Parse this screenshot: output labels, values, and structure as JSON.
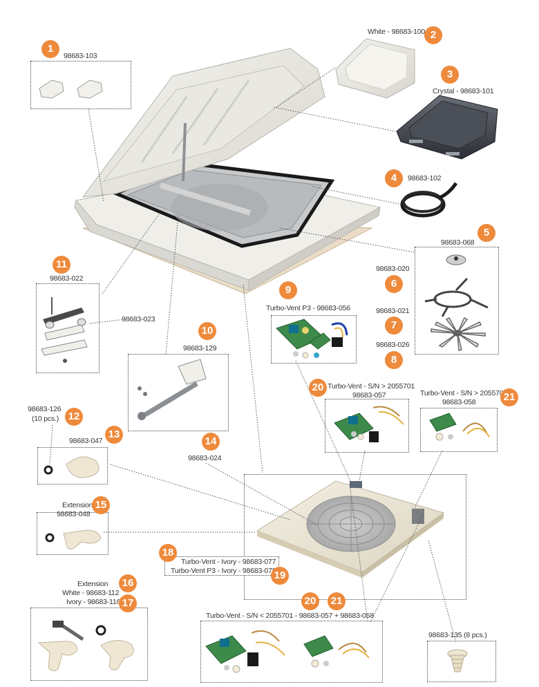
{
  "parts": {
    "p1": {
      "num": "1",
      "code": "98683-103"
    },
    "p2": {
      "num": "2",
      "label": "White - 98683-100"
    },
    "p3": {
      "num": "3",
      "label": "Crystal - 98683-101"
    },
    "p4": {
      "num": "4",
      "code": "98683-102"
    },
    "p5": {
      "num": "5",
      "code": "98683-068"
    },
    "p6": {
      "num": "6",
      "code": "98683-020"
    },
    "p7": {
      "num": "7",
      "code": "98683-021"
    },
    "p8": {
      "num": "8",
      "code": "98683-026"
    },
    "p9": {
      "num": "9",
      "label": "Turbo-Vent P3 - 98683-056"
    },
    "p10": {
      "num": "10",
      "code": "98683-129"
    },
    "p11": {
      "num": "11",
      "code": "98683-022",
      "code2": "98683-023"
    },
    "p12": {
      "num": "12",
      "code": "98683-126",
      "qty": "(10 pcs.)"
    },
    "p13": {
      "num": "13",
      "code": "98683-047"
    },
    "p14": {
      "num": "14",
      "code": "98683-024"
    },
    "p15": {
      "num": "15",
      "title": "Extension",
      "code": "98683-048"
    },
    "p16": {
      "num": "16",
      "title": "Extension",
      "white": "White - 98683-112"
    },
    "p17": {
      "num": "17",
      "ivory": "Ivory - 98683-116"
    },
    "p18": {
      "num": "18",
      "label": "Turbo-Vent - Ivory - 98683-077"
    },
    "p19": {
      "num": "19",
      "label": "Turbo-Vent P3 - Ivory - 98683-078"
    },
    "p20": {
      "num": "20",
      "label": "Turbo-Vent - S/N > 2055701",
      "code": "98683-057"
    },
    "p21": {
      "num": "21",
      "label": "Turbo-Vent - S/N > 2055701",
      "code": "98683-058"
    },
    "p20b": {
      "num": "20"
    },
    "p21b": {
      "num": "21"
    },
    "bottom": {
      "label": "Turbo-Vent - S/N < 2055701 - 98683-057 + 98683-058"
    },
    "screw": {
      "label": "98683-135 (8 pcs.)"
    }
  },
  "colors": {
    "badge": "#ee8a3c",
    "cream": "#ece7d8",
    "dark": "#3b3f46",
    "green": "#3d8a4a"
  }
}
